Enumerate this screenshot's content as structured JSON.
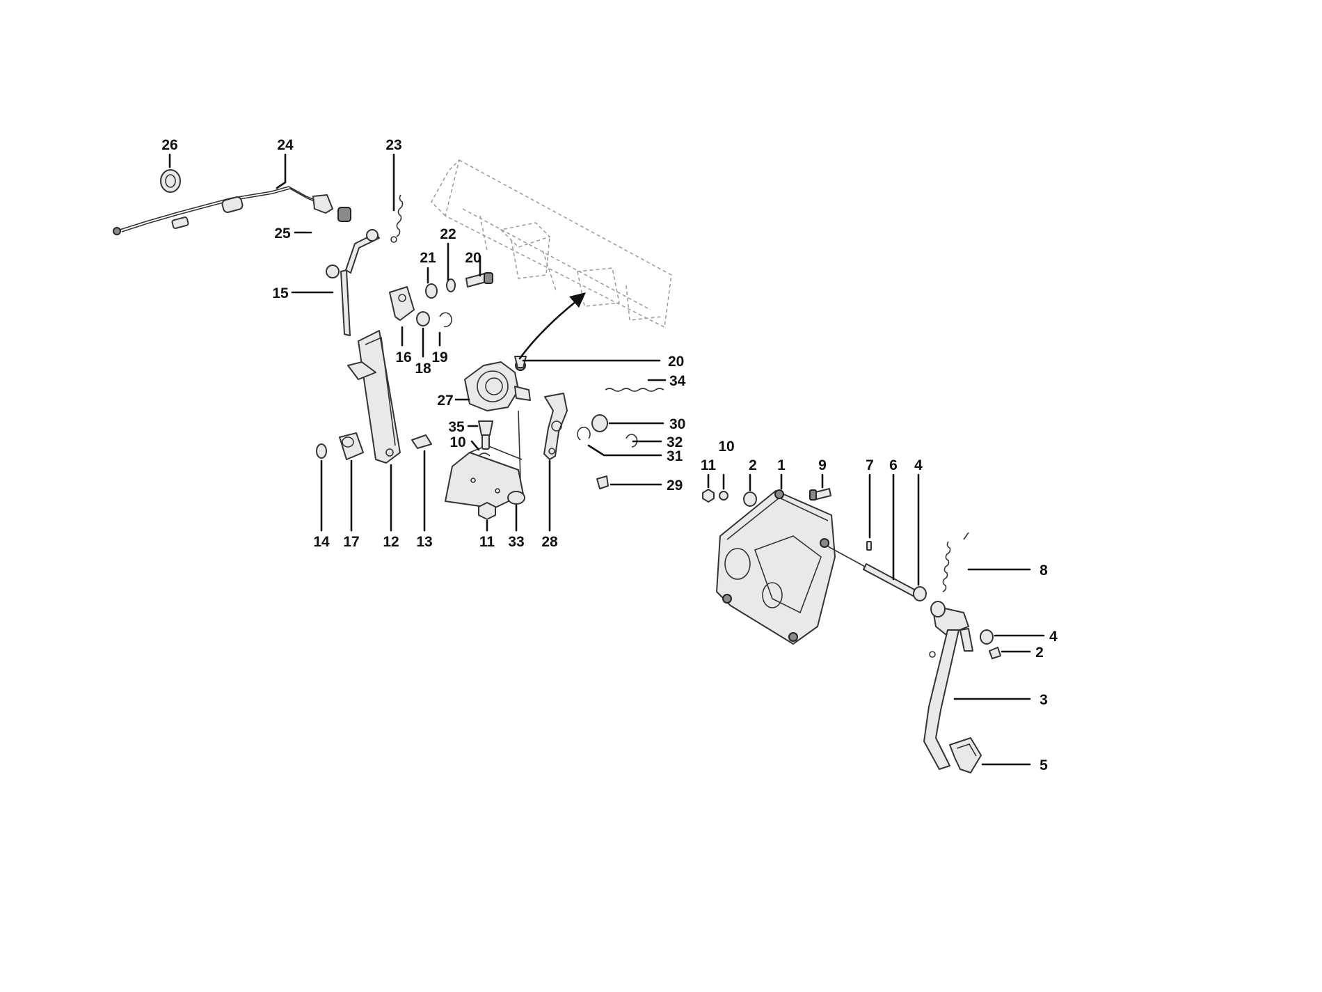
{
  "colors": {
    "ink": "#111111",
    "outline": "#333333",
    "fill": "#e9e9e9",
    "shadow": "#8a8a8a",
    "phantom": "#9a9a9a"
  },
  "callouts": [
    "26",
    "24",
    "23",
    "25",
    "22",
    "21",
    "20",
    "15",
    "16",
    "18",
    "19",
    "20",
    "34",
    "27",
    "30",
    "35",
    "32",
    "10",
    "31",
    "29",
    "14",
    "17",
    "12",
    "13",
    "11",
    "33",
    "28",
    "11",
    "10",
    "2",
    "1",
    "9",
    "7",
    "6",
    "4",
    "8",
    "4",
    "2",
    "3",
    "5"
  ]
}
